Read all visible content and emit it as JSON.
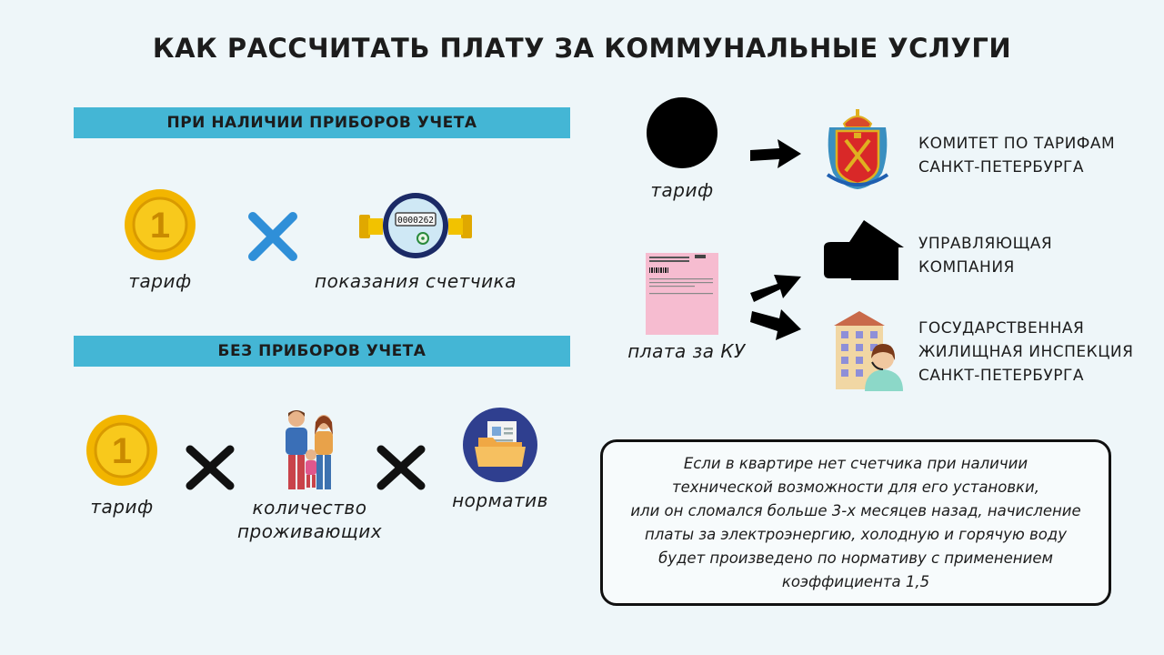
{
  "title": "КАК РАССЧИТАТЬ ПЛАТУ ЗА КОММУНАЛЬНЫЕ УСЛУГИ",
  "with_meters": {
    "header": "ПРИ НАЛИЧИИ ПРИБОРОВ УЧЕТА",
    "tariff_label": "тариф",
    "coin_digit": "1",
    "meter_display": "0000262",
    "meter_label": "показания счетчика"
  },
  "without_meters": {
    "header": "БЕЗ ПРИБОРОВ УЧЕТА",
    "tariff_label": "тариф",
    "coin_digit": "1",
    "residents_label": "количество\nпроживающих",
    "norm_label": "норматив"
  },
  "right": {
    "tariff_label": "тариф",
    "bill_label": "плата за КУ",
    "org_tariff_committee": "КОМИТЕТ ПО ТАРИФАМ\nСАНКТ-ПЕТЕРБУРГА",
    "org_management": "УПРАВЛЯЮЩАЯ\nКОМПАНИЯ",
    "org_inspection": "ГОСУДАРСТВЕННАЯ\nЖИЛИЩНАЯ ИНСПЕКЦИЯ\nСАНКТ-ПЕТЕРБУРГА"
  },
  "note": "Если в квартире нет счетчика при  наличии\nтехнической возможности для его установки,\nили он сломался больше 3-х месяцев назад, начисление\nплаты за электроэнергию, холодную и горячую воду\nбудет произведено по нормативу с применением\nкоэффициента 1,5",
  "colors": {
    "band": "#44b6d5",
    "coin": "#f2b500",
    "blue_cross": "#2f8fd8",
    "bill_pink": "#f6bcd0"
  },
  "icons": {
    "coin": "coin-icon",
    "meter": "water-meter-icon",
    "family": "family-icon",
    "folder": "folder-icon",
    "coat_of_arms": "coat-of-arms-icon",
    "hand_house": "hand-house-icon",
    "building_operator": "building-operator-icon"
  }
}
